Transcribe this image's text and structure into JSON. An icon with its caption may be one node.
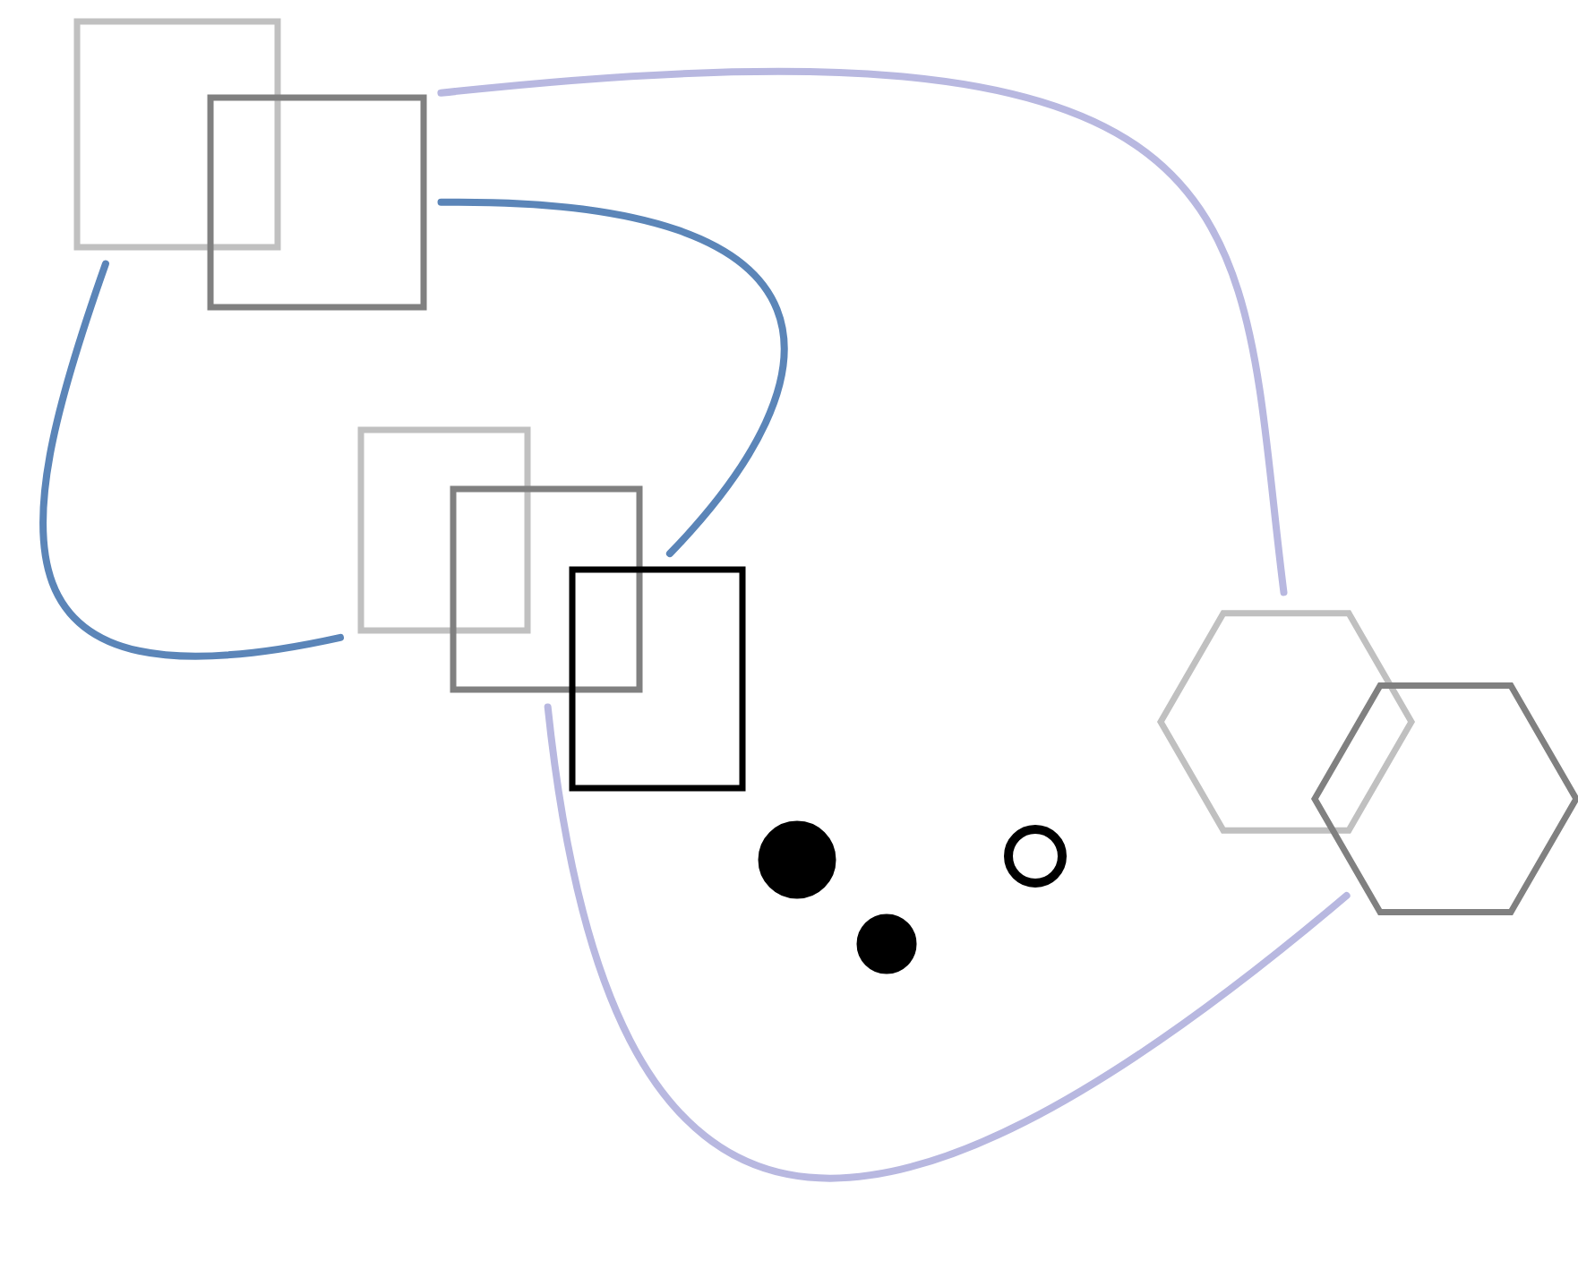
{
  "diagram": {
    "nodes": [
      {
        "text": [],
        "shape": "box"
      },
      {
        "text": [],
        "shape": "box"
      },
      {
        "text": [],
        "shape": "box"
      },
      {
        "text": [],
        "shape": "box"
      },
      {
        "text": [],
        "shape": "box"
      },
      {
        "text": [],
        "shape": "hexagon"
      },
      {
        "text": [],
        "shape": "hexagon"
      },
      {
        "text": [],
        "shape": "circle"
      },
      {
        "text": [],
        "shape": "circle"
      },
      {
        "text": [],
        "shape": "circle"
      }
    ],
    "edges": [
      {
        "from": 0,
        "to": 2,
        "arrow": "none",
        "color": "#5b85b8"
      },
      {
        "from": 1,
        "to": 4,
        "arrow": "none",
        "color": "#5b85b8"
      },
      {
        "from": 1,
        "to": 5,
        "arrow": "none",
        "color": "#b8b8e0"
      },
      {
        "from": 3,
        "to": 6,
        "arrow": "none",
        "color": "#b8b8e0"
      }
    ]
  }
}
